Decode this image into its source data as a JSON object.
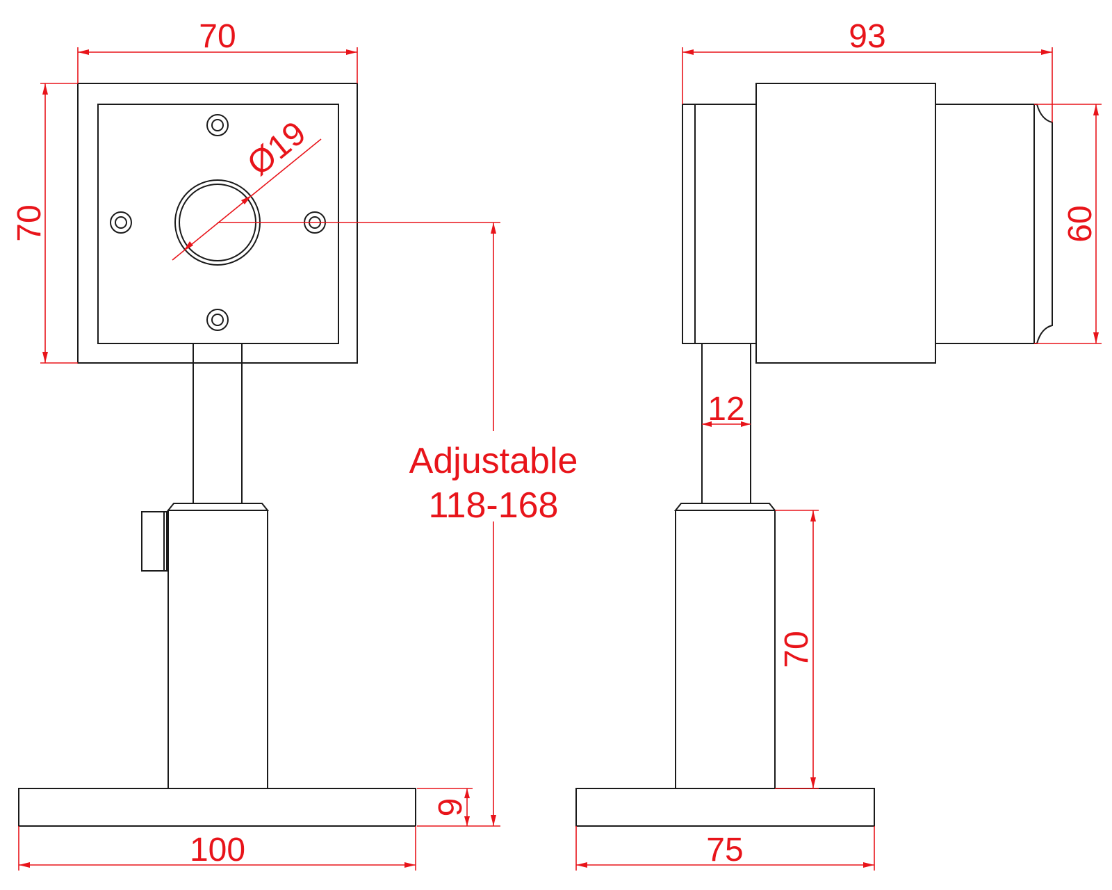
{
  "diagram": {
    "front_view": {
      "width_label": "70",
      "height_label": "70",
      "bore_label": "Ø19",
      "adjustable_label": "Adjustable",
      "adjustable_range": "118-168",
      "base_thickness_label": "9",
      "base_width_label": "100"
    },
    "side_view": {
      "length_label": "93",
      "inner_height_label": "60",
      "post_width_label": "12",
      "tube_height_label": "70",
      "base_width_label": "75"
    },
    "colors": {
      "outline": "#1a1a1a",
      "dimension": "#e8141a",
      "background": "#ffffff"
    }
  }
}
